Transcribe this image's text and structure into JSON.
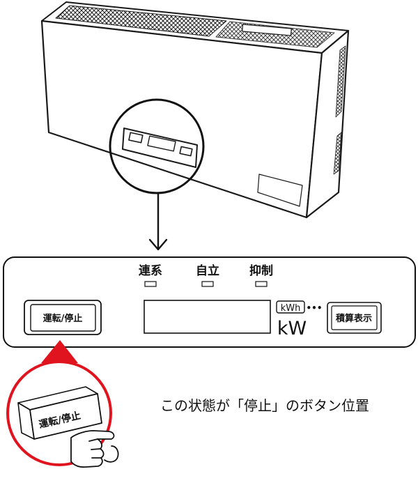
{
  "panel": {
    "indicator_labels": [
      "連系",
      "自立",
      "抑制"
    ],
    "run_stop_button_label": "運転/停止",
    "unit_kwh": "kWh",
    "unit_dots": "•••",
    "unit_kw": "kW",
    "cumulative_button_label": "積算表示"
  },
  "callout": {
    "button_label": "運転/停止",
    "caption": "この状態が「停止」のボタン位置"
  },
  "colors": {
    "accent_red": "#e0141e",
    "outline": "#1a1a1a"
  },
  "icons": [
    "down-arrow-icon",
    "pointing-hand-icon"
  ]
}
